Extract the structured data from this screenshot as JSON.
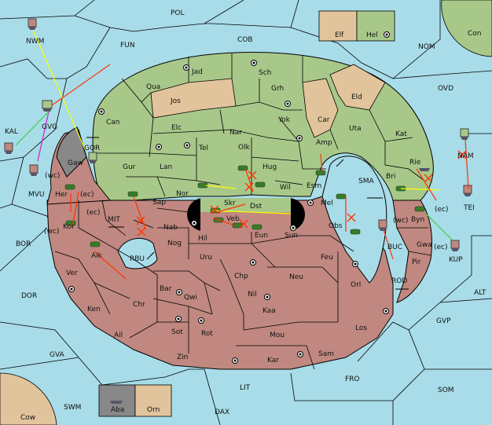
{
  "colors": {
    "sea": "#a8dce8",
    "green": "#a8c88a",
    "red": "#c08880",
    "tan": "#e2c49c",
    "grey": "#888888",
    "black": "#000000",
    "yellow_order": "#ffff00",
    "red_order": "#ff3300",
    "green_order": "#44cc44",
    "magenta_order": "#cc22cc"
  },
  "labels": {
    "POL": "POL",
    "COB": "COB",
    "FUN": "FUN",
    "NWM": "NWM",
    "NOM": "NOM",
    "Con": "Con",
    "Elf": "Elf",
    "Hel": "Hel",
    "OVD": "OVD",
    "KAL": "KAL",
    "GVG": "GVG",
    "GOR": "GOR",
    "Gaw": "Gaw",
    "MVU": "MVU",
    "wc1": "(wc)",
    "Her": "Her",
    "ec1": "(ec)",
    "MIT": "MIT",
    "ec2": "(ec)",
    "Kor": "Kor",
    "wc2": "(wc)",
    "BOR": "BOR",
    "Aik": "Aik",
    "RBU": "RBU",
    "Ver": "Ver",
    "DOR": "DOR",
    "Ken": "Ken",
    "Chr": "Chr",
    "Ail": "Ail",
    "GVA": "GVA",
    "SWM": "SWM",
    "Cow": "Cow",
    "Aba": "Aba",
    "Orn": "Orn",
    "LIT": "LIT",
    "DAX": "DAX",
    "FRO": "FRO",
    "SOM": "SOM",
    "GVP": "GVP",
    "ALT": "ALT",
    "KUP": "KUP",
    "ROD": "ROD",
    "BUC": "BUC",
    "wc3": "(wc)",
    "Byn": "Byn",
    "ec3": "(ec)",
    "Gwa": "Gwa",
    "ec4": "(ec)",
    "Pir": "Pir",
    "TEI": "TEI",
    "NAM": "NAM",
    "SMA": "SMA",
    "Jad": "Jad",
    "Sch": "Sch",
    "Qua": "Qua",
    "Jos": "Jos",
    "Grh": "Grh",
    "Eld": "Eld",
    "Can": "Can",
    "Elc": "Elc",
    "Nar": "Nar",
    "Yok": "Yok",
    "Car": "Car",
    "Uta": "Uta",
    "Kat": "Kat",
    "Tel": "Tel",
    "Olk": "Olk",
    "Amp": "Amp",
    "Rie": "Rie",
    "Gur": "Gur",
    "Lan": "Lan",
    "Hug": "Hug",
    "Esm": "Esm",
    "Bri": "Bri",
    "Nor": "Nor",
    "Wil": "Wil",
    "Sap": "Sap",
    "Skr": "Skr",
    "Dst": "Dst",
    "Veb": "Veb",
    "Mel": "Mel",
    "Nab": "Nab",
    "Eun": "Eun",
    "Sun": "Sun",
    "Obs": "Obs",
    "Hil": "Hil",
    "Nog": "Nog",
    "Uru": "Uru",
    "Feu": "Feu",
    "Chp": "Chp",
    "Neu": "Neu",
    "Bar": "Bar",
    "Qwi": "Qwi",
    "Nil": "Nil",
    "Orl": "Orl",
    "Kaa": "Kaa",
    "Sot": "Sot",
    "Rot": "Rot",
    "Mou": "Mou",
    "Los": "Los",
    "Zin": "Zin",
    "Kar": "Kar",
    "Sam": "Sam"
  }
}
